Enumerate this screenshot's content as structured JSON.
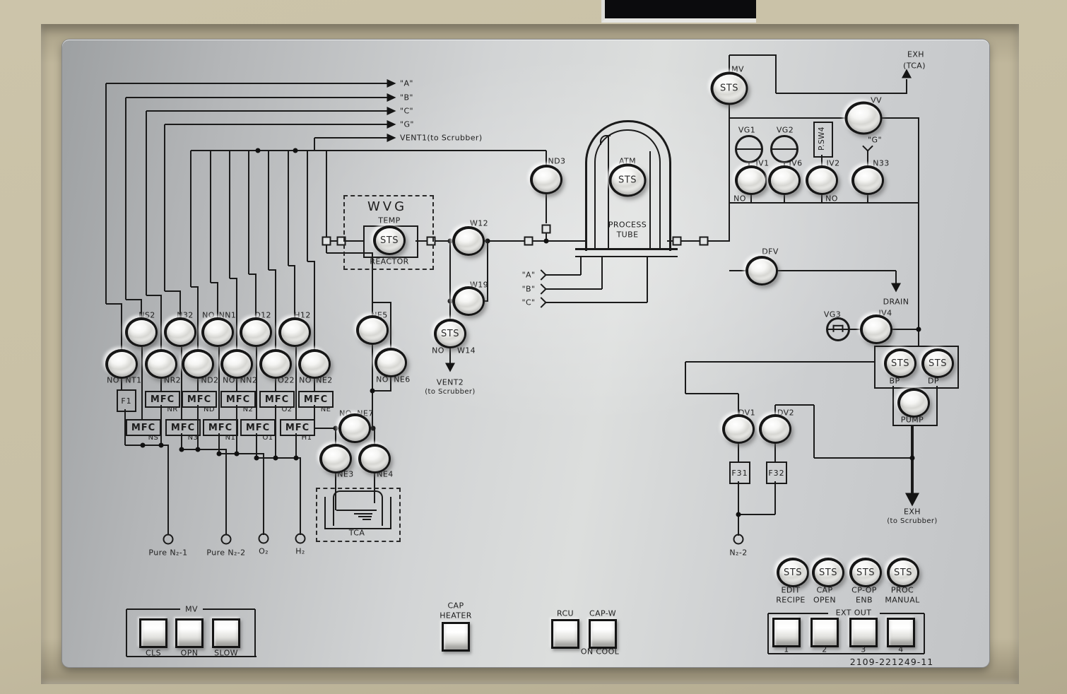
{
  "sts": "STS",
  "outputs": {
    "a": "\"A\"",
    "b": "\"B\"",
    "c": "\"C\"",
    "g": "\"G\"",
    "vent1": "VENT1(to Scrubber)"
  },
  "wvg": {
    "title": "WVG",
    "temp": "TEMP",
    "reactor": "REACTOR"
  },
  "process": {
    "nd3": "ND3",
    "atm": "ATM",
    "tube1": "PROCESS",
    "tube2": "TUBE",
    "inA": "\"A\"",
    "inB": "\"B\"",
    "inC": "\"C\"",
    "w12": "W12",
    "w19": "W19",
    "w14": "W14",
    "no": "NO",
    "vent2": "VENT2",
    "vent2sub": "(to Scrubber)"
  },
  "exhaust": {
    "mv": "MV",
    "exh": "EXH",
    "tca": "(TCA)",
    "vv": "VV",
    "vg1": "VG1",
    "vg2": "VG2",
    "psw4": "P.SW4",
    "g": "\"G\"",
    "jv1": "JV1",
    "jv6": "JV6",
    "iv2": "IV2",
    "n33": "N33",
    "no1": "NO",
    "no2": "NO"
  },
  "vacuum": {
    "dfv": "DFV",
    "drain": "DRAIN",
    "vg3": "VG3",
    "iv4": "IV4",
    "bp": "BP",
    "dp": "DP",
    "pump": "PUMP",
    "dv1": "DV1",
    "dv2": "DV2",
    "f31": "F31",
    "f32": "F32",
    "n22": "N₂-2",
    "exh": "EXH",
    "exhsub": "(to Scrubber)"
  },
  "grid": {
    "mfc": "MFC",
    "f1": "F1",
    "row1": [
      {
        "name": "NS2"
      },
      {
        "name": "N32"
      },
      {
        "name": "NN1",
        "no": "NO"
      },
      {
        "name": "O12"
      },
      {
        "name": "H12"
      }
    ],
    "row2": [
      {
        "name": "NT1",
        "no": "NO"
      },
      {
        "name": "NR2"
      },
      {
        "name": "ND2"
      },
      {
        "name": "NN2",
        "no": "NO"
      },
      {
        "name": "O22"
      },
      {
        "name": "NE2",
        "no": "NO"
      }
    ],
    "mfcRow1": [
      "NR",
      "ND",
      "N2",
      "O2",
      "NE"
    ],
    "mfcRow2": [
      "NS",
      "N3",
      "N1",
      "O1",
      "H1"
    ],
    "sources": [
      "Pure N₂-1",
      "Pure N₂-2",
      "O₂",
      "H₂"
    ]
  },
  "ne": {
    "ne5": "NE5",
    "ne6": "NE6",
    "ne7": "NE7",
    "ne3": "NE3",
    "ne4": "NE4",
    "no": "NO",
    "tca": "TCA"
  },
  "controls": {
    "mvGroup": {
      "title": "MV",
      "cls": "CLS",
      "opn": "OPN",
      "slow": "SLOW"
    },
    "capHeater1": "CAP",
    "capHeater2": "HEATER",
    "rcu": "RCU",
    "capw": "CAP-W",
    "oncool": "ON COOL",
    "sts4": [
      {
        "l1": "EDIT",
        "l2": "RECIPE"
      },
      {
        "l1": "CAP",
        "l2": "OPEN"
      },
      {
        "l1": "CP-OP",
        "l2": "ENB"
      },
      {
        "l1": "PROC",
        "l2": "MANUAL"
      }
    ],
    "extOut": {
      "title": "EXT OUT",
      "b1": "1",
      "b2": "2",
      "b3": "3",
      "b4": "4"
    },
    "part": "2109-221249-11"
  },
  "colors": {
    "plate": "#cfd1d2",
    "line": "#1a1a1a",
    "wall": "#c6bda2"
  }
}
